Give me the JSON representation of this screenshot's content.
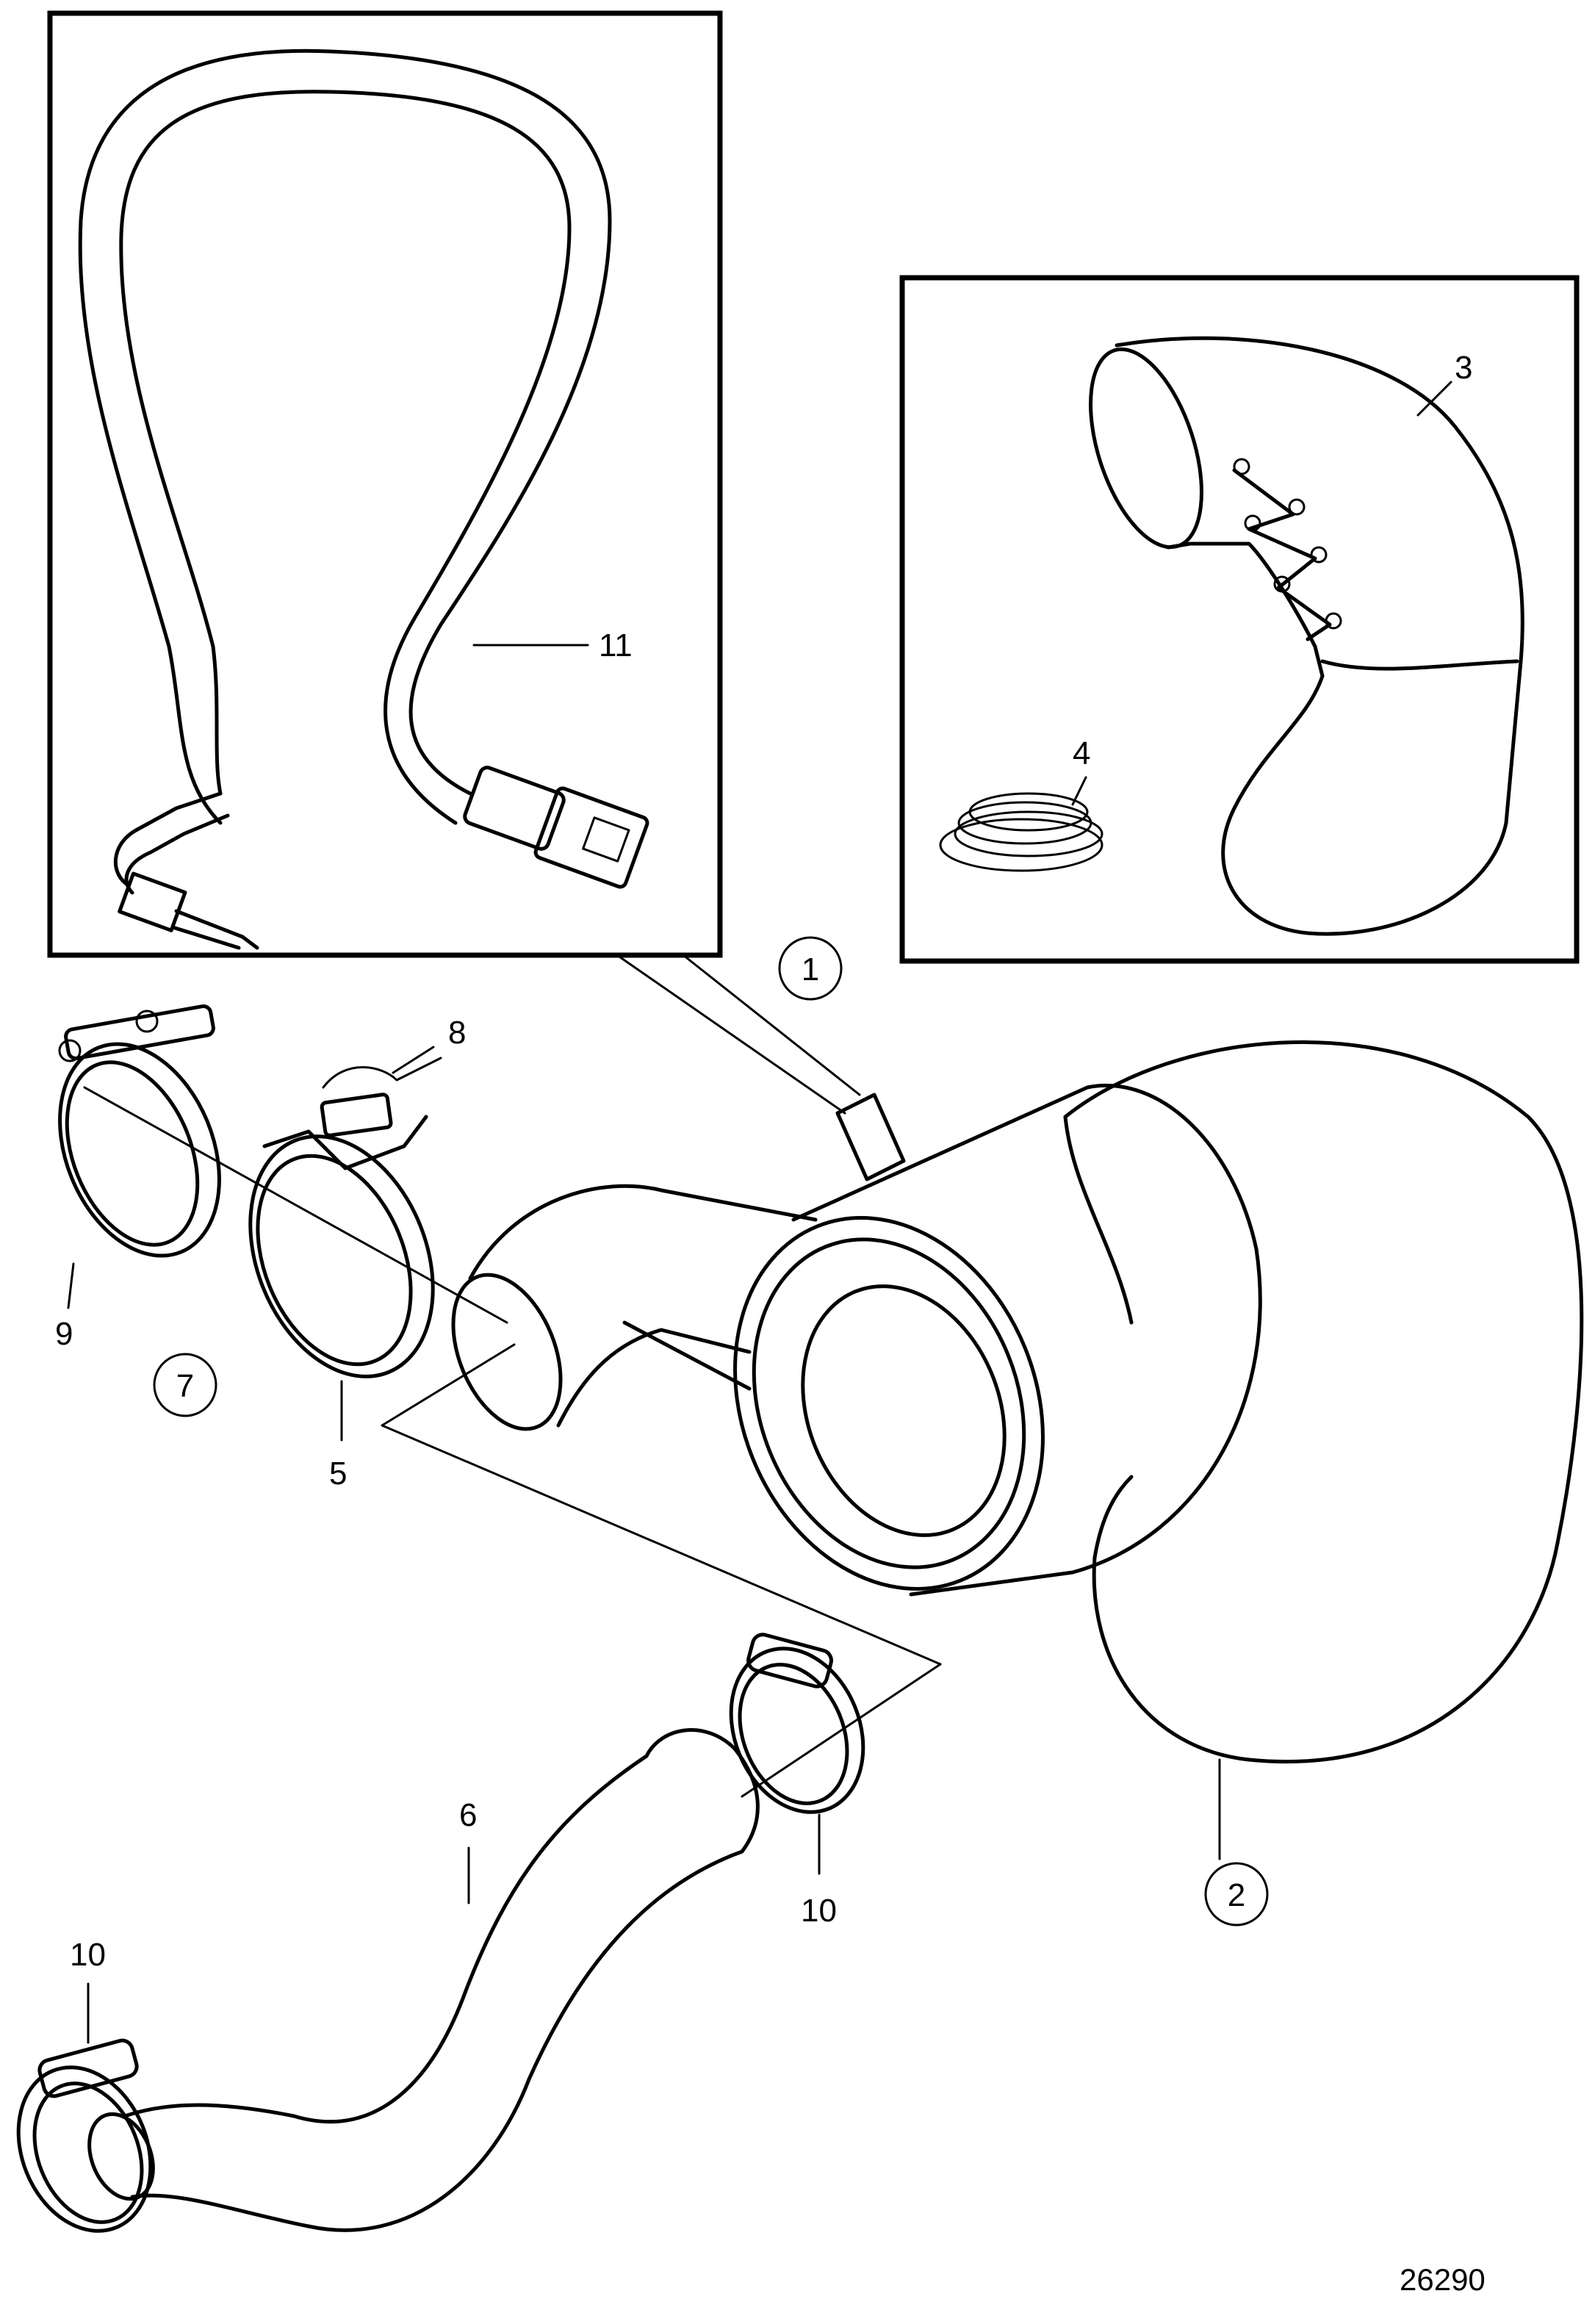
{
  "diagram": {
    "drawing_number": "26290",
    "callouts": {
      "c1": "1",
      "c2": "2",
      "c3": "3",
      "c4": "4",
      "c5": "5",
      "c6": "6",
      "c7": "7",
      "c8": "8",
      "c9": "9",
      "c10a": "10",
      "c10b": "10",
      "c11": "11"
    }
  }
}
